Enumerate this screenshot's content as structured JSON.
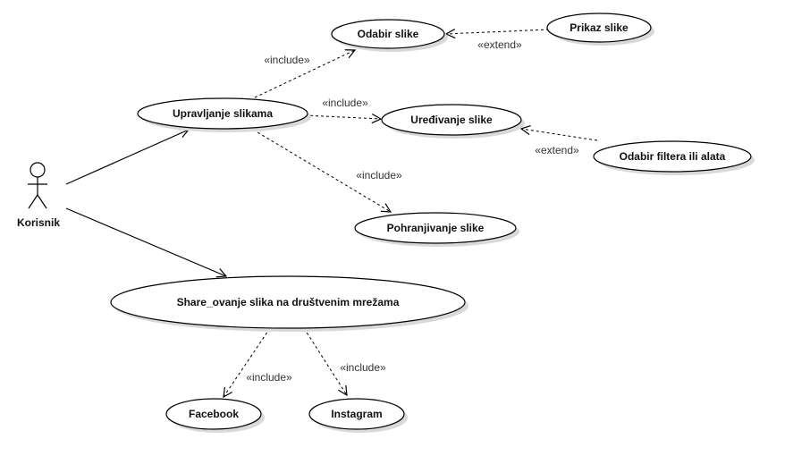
{
  "actor": {
    "name": "Korisnik"
  },
  "use_cases": {
    "odabir_slike": "Odabir slike",
    "prikaz_slike": "Prikaz slike",
    "upravljanje_slikama": "Upravljanje slikama",
    "uredivanje_slike": "Uređivanje slike",
    "odabir_filtera": "Odabir filtera ili alata",
    "pohranjivanje_slike": "Pohranjivanje slike",
    "share": "Share_ovanje slika na društvenim mrežama",
    "facebook": "Facebook",
    "instagram": "Instagram"
  },
  "relations": {
    "include_odabir": "«include»",
    "include_uredivanje": "«include»",
    "include_pohranjivanje": "«include»",
    "extend_prikaz": "«extend»",
    "extend_filter": "«extend»",
    "include_facebook": "«include»",
    "include_instagram": "«include»"
  }
}
